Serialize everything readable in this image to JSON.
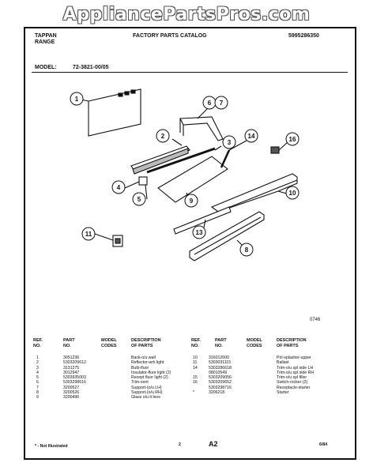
{
  "watermark": "AppliancePartsPros.com",
  "header": {
    "brand_line1": "TAPPAN",
    "brand_line2": "RANGE",
    "catalog": "FACTORY PARTS CATALOG",
    "catalog_number": "5995286350",
    "model_label": "MODEL:",
    "model_value": "72-3821-00/05"
  },
  "diagram": {
    "figure_code": "0746",
    "callouts": [
      "1",
      "2",
      "3",
      "4",
      "5",
      "6",
      "7",
      "8",
      "9",
      "10",
      "11",
      "13",
      "14",
      "16"
    ]
  },
  "table": {
    "headers": {
      "ref": "REF.\nNO.",
      "part": "PART\nNO.",
      "model": "MODEL\nCODES",
      "desc": "DESCRIPTION\nOF PARTS"
    },
    "left": {
      "refs": [
        "1",
        "2",
        "3",
        "4",
        "5",
        "6",
        "7",
        "8",
        "9"
      ],
      "parts": [
        "3051236",
        "5303209612",
        "3131275",
        "3012947",
        "5303935003",
        "5303298616",
        "3200527",
        "3200526",
        "3200496"
      ],
      "descs": [
        "Back-o/u wall",
        "Reflector-wrk light",
        "Bulb-fluor",
        "Insulator-fluor light (2)",
        "Recept fluor light (2)",
        "Trim-vent",
        "Support-(o/u LH)",
        "Support-(o/u RH)",
        "Glass o/u lt lens"
      ]
    },
    "right": {
      "refs": [
        "10",
        "11",
        "14",
        "",
        "15",
        "16",
        "",
        "*"
      ],
      "parts": [
        "316012600",
        "5303031115",
        "5303286618",
        "08010549",
        "5303209056",
        "5303209652",
        "5303298716",
        "3206218"
      ],
      "descs": [
        "Pnl-splasher-upper",
        "Ballast",
        "Trim-o/u spl side LH",
        "Trim-o/u spl side RH",
        "Trim-o/u spl filler",
        "Switch-rocker (2)",
        "Receptacle-starter",
        "Starter"
      ]
    }
  },
  "footer": {
    "note": "* - Not Illustrated",
    "page": "2",
    "code": "A2",
    "date": "6/84"
  }
}
